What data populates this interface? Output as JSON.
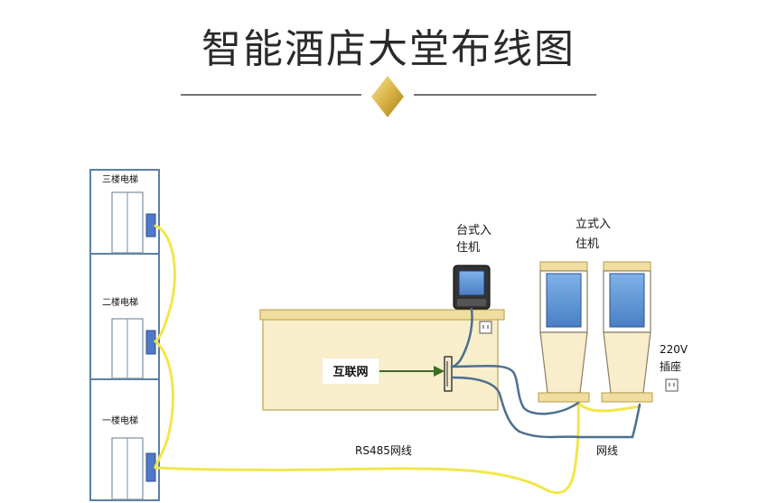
{
  "title": "智能酒店大堂布线图",
  "elevators": {
    "floor3": "三楼电梯",
    "floor2": "二楼电梯",
    "floor1": "一楼电梯"
  },
  "desk_unit": {
    "line1": "台式入",
    "line2": "住机"
  },
  "standing_unit": {
    "line1": "立式入",
    "line2": "住机"
  },
  "power": {
    "line1": "220V",
    "line2": "插座"
  },
  "internet_label": "互联网",
  "rs485_label": "RS485网线",
  "network_label": "网线",
  "colors": {
    "frame": "#5b7fa6",
    "reader": "#4f78c8",
    "yellow_wire": "#f2e64a",
    "blue_wire": "#4d6f8f",
    "desk_fill": "#f8eecb",
    "desk_top": "#f0dea0",
    "gold": "#d8b84a"
  },
  "icons": {
    "divider": "gold-diamond-icon",
    "outlet": "power-outlet-icon",
    "arrow": "green-arrow-icon"
  }
}
